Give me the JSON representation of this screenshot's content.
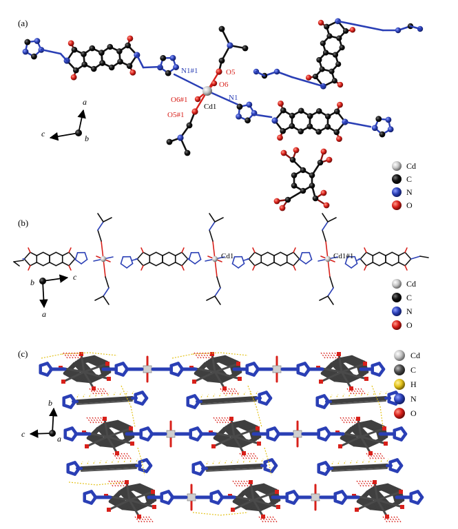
{
  "panels": {
    "a": {
      "label": "(a)",
      "atom_labels": {
        "n1_1": "N1#1",
        "o5": "O5",
        "o6": "O6",
        "o6_1": "O6#1",
        "cd1": "Cd1",
        "n1": "N1",
        "o5_1": "O5#1"
      },
      "axes": {
        "a": "a",
        "b": "b",
        "c": "c"
      },
      "legend": [
        {
          "symbol": "Cd",
          "color": "#c8c8c8"
        },
        {
          "symbol": "C",
          "color": "#111111"
        },
        {
          "symbol": "N",
          "color": "#2a3fb5"
        },
        {
          "symbol": "O",
          "color": "#d8201a"
        }
      ]
    },
    "b": {
      "label": "(b)",
      "atom_labels": {
        "cd1": "Cd1",
        "cd1_1": "Cd1#1"
      },
      "axes": {
        "b": "b",
        "c": "c",
        "a": "a"
      },
      "legend": [
        {
          "symbol": "Cd",
          "color": "#c8c8c8"
        },
        {
          "symbol": "C",
          "color": "#111111"
        },
        {
          "symbol": "N",
          "color": "#2a3fb5"
        },
        {
          "symbol": "O",
          "color": "#d8201a"
        }
      ]
    },
    "c": {
      "label": "(c)",
      "axes": {
        "b": "b",
        "c": "c",
        "a": "a"
      },
      "legend": [
        {
          "symbol": "Cd",
          "color": "#c8c8c8"
        },
        {
          "symbol": "C",
          "color": "#4a4a4a"
        },
        {
          "symbol": "H",
          "color": "#e3c21a"
        },
        {
          "symbol": "N",
          "color": "#2a3fb5"
        },
        {
          "symbol": "O",
          "color": "#d8201a"
        }
      ]
    }
  },
  "colors": {
    "carbon": "#141414",
    "nitrogen": "#2a3fb5",
    "oxygen": "#d8201a",
    "cadmium": "#c4c4c4",
    "label_blue": "#2a3fb5",
    "label_red": "#d8201a",
    "hbond_yellow": "#e3c21a",
    "stick_gray": "#4a4a4a"
  }
}
